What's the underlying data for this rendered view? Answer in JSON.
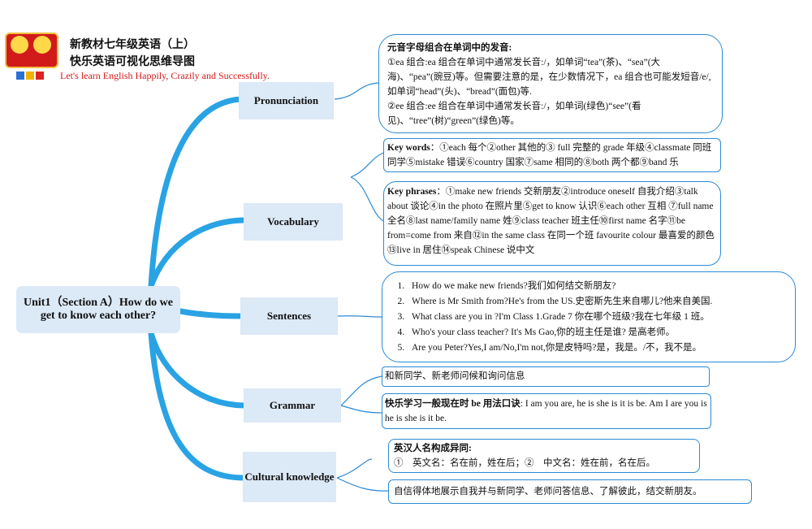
{
  "header": {
    "title_line1": "新教材七年级英语（上）",
    "title_line2": "快乐英语可视化思维导图",
    "slogan": "Let's learn English Happily, Crazily and Successfully."
  },
  "root": {
    "label": "Unit1（Section A）How do we get to know each other?"
  },
  "branches": {
    "pronunciation": "Pronunciation",
    "vocabulary": "Vocabulary",
    "sentences": "Sentences",
    "grammar": "Grammar",
    "cultural": "Cultural knowledge"
  },
  "pronunciation": {
    "heading": "元音字母组合在单词中的发音:",
    "p1": "①ea 组合:ea 组合在单词中通常发长音:/，如单词“tea”(茶)、“sea”(大海)、“pea”(豌豆)等。但需要注意的是，在少数情况下，ea 组合也可能发短音/e/,如单词“head”(头)、“bread”(面包)等.",
    "p2": "②ee 组合:ee 组合在单词中通常发长音:/，如单词(绿色)“see”(看见)、“tree”(树)“green”(绿色)等。"
  },
  "vocabulary": {
    "key_words_label": "Key words",
    "key_words": "：①each 每个②other 其他的③ full 完整的 grade 年级④classmate 同班同学⑤mistake 错误⑥country 国家⑦same 相同的⑧both 两个都⑨band 乐",
    "key_phrases_label": "Key phrases",
    "key_phrases": "：①make new friends 交新朋友②introduce oneself 自我介绍③talk about 谈论④in the photo 在照片里⑤get to know 认识⑥each other 互相 ⑦full name 全名⑧last name/family name 姓⑨class teacher 班主任⑩first name 名字⑪be from=come from 来自⑫in the same class 在同一个班 favourite colour 最喜爱的颜色⑬live in 居住⑭speak Chinese 说中文"
  },
  "sentences": [
    "How do we make new friends?我们如何结交新朋友?",
    "Where is Mr Smith from?He's from the US.史密斯先生来自哪儿?他来自美国.",
    "What class are you in ?I'm Class 1.Grade 7 你在哪个班级?我在七年级 1 班。",
    "Who's your class teacher? It's Ms Gao,你的班主任是谁? 是高老师。",
    "Are you Peter?Yes,I am/No,I'm not,你是皮特吗?是，我是。/不，我不是。"
  ],
  "grammar": {
    "g1": "和新同学、新老师问候和询问信息",
    "g2_label": "快乐学习一般现在时 be 用法口诀",
    "g2": ": I am you are, he is she is it is be. Am I are you is he is she is it be."
  },
  "cultural": {
    "c1_heading": "英汉人名构成异同:",
    "c1": "①　英文名：名在前，姓在后；②　中文名：姓在前，名在后。",
    "c2": "自信得体地展示自我并与新同学、老师问答信息、了解彼此，结交新朋友。"
  },
  "colors": {
    "branch_line": "#29a3e4",
    "node_fill": "#dce9f6",
    "box_border": "#2b8ad6",
    "slogan": "#d41818"
  }
}
